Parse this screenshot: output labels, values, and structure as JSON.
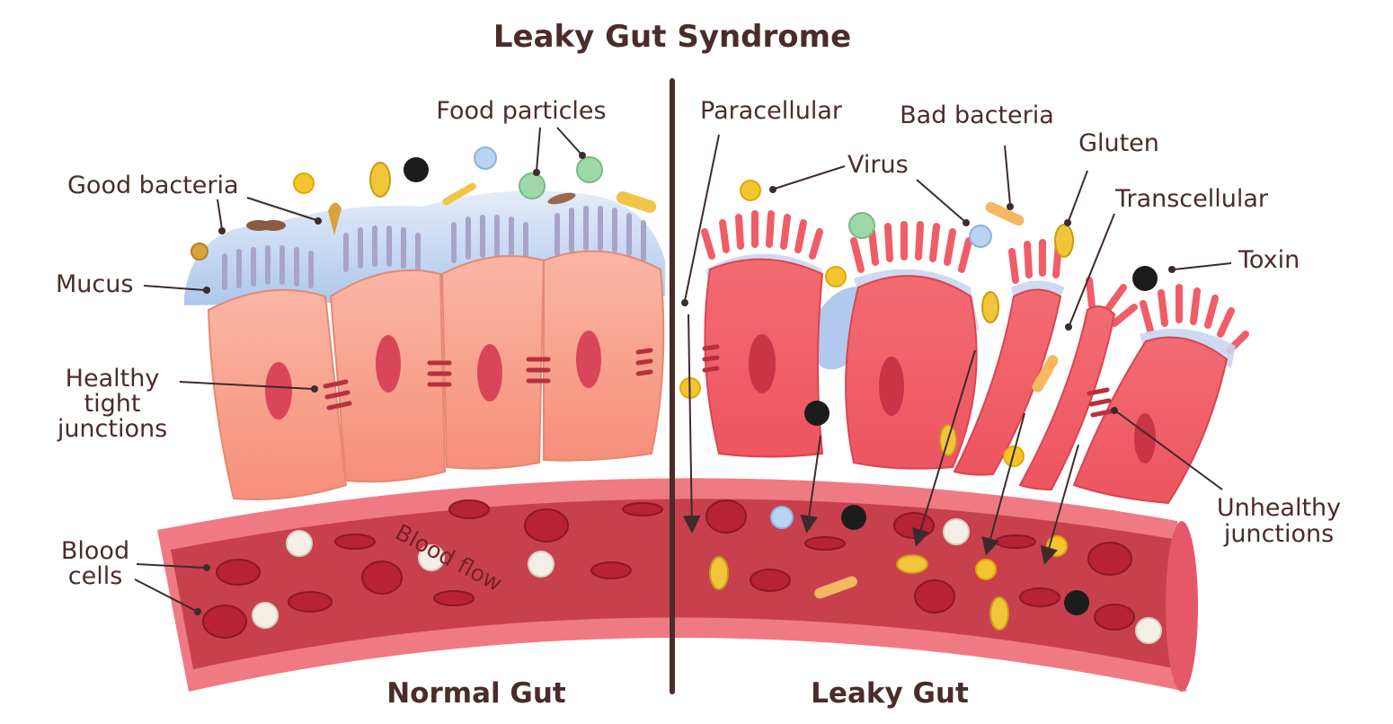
{
  "title": "Leaky Gut  Syndrome",
  "panels": {
    "left": "Normal Gut",
    "right": "Leaky Gut"
  },
  "labels": {
    "good_bacteria": "Good bacteria",
    "mucus": "Mucus",
    "tight_1": "Healthy",
    "tight_2": "tight",
    "tight_3": "junctions",
    "blood_1": "Blood",
    "blood_2": "cells",
    "food_particles": "Food particles",
    "blood_flow": "Blood flow",
    "paracellular": "Paracellular",
    "virus": "Virus",
    "bad_bacteria": "Bad bacteria",
    "gluten": "Gluten",
    "transcellular": "Transcellular",
    "toxin": "Toxin",
    "unhealthy_1": "Unhealthy",
    "unhealthy_2": "junctions"
  },
  "colors": {
    "text": "#4a2c2a",
    "normal_cell": "#f9a08c",
    "leaky_cell": "#f0606a",
    "vessel_outer": "#f07a84",
    "vessel_inner": "#c8404e",
    "mucus": "#b8cdee",
    "divider": "#4a2c2a"
  }
}
